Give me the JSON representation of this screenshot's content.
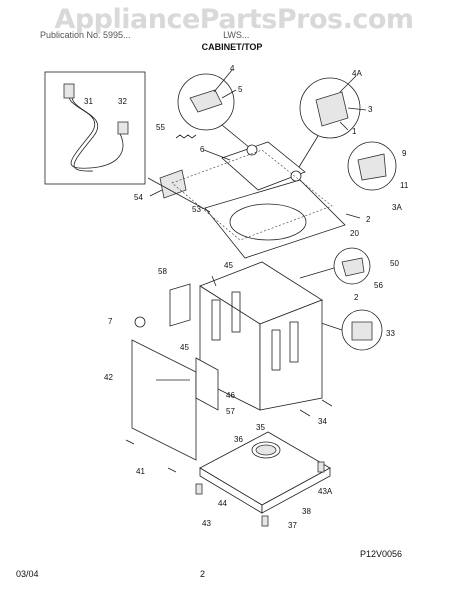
{
  "header": {
    "watermark": "AppliancePartsPros.com",
    "doc_line_left": "Publication No. 5995...",
    "doc_line_right": "LWS...",
    "section_title": "CABINET/TOP"
  },
  "footer": {
    "date": "03/04",
    "page": "2",
    "code": "P12V0056"
  },
  "callouts": [
    "4",
    "5",
    "4A",
    "3",
    "1",
    "31",
    "32",
    "55",
    "6",
    "9",
    "11",
    "3A",
    "54",
    "53",
    "2",
    "20",
    "58",
    "45",
    "50",
    "56",
    "2",
    "7",
    "45",
    "33",
    "42",
    "46",
    "57",
    "34",
    "35",
    "36",
    "41",
    "44",
    "43A",
    "43",
    "38",
    "37"
  ]
}
